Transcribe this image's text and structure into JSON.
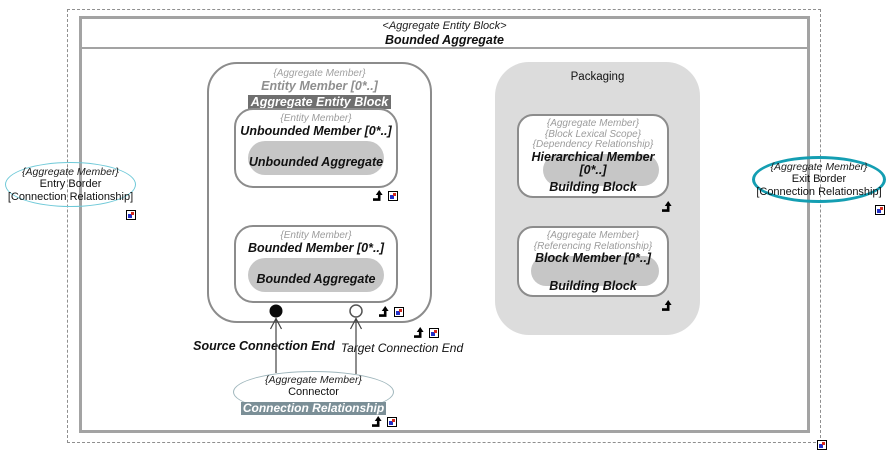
{
  "frame": {
    "stereotype": "<Aggregate Entity Block>",
    "title": "Bounded Aggregate"
  },
  "entry_border": {
    "stereotype": "{Aggregate Member}",
    "name": "Entry Border",
    "type_ref": "[Connection Relationship]"
  },
  "exit_border": {
    "stereotype": "{Aggregate Member}",
    "name": "Exit Border",
    "type_ref": "[Connection Relationship]"
  },
  "entity_member": {
    "stereotype": "{Aggregate Member}",
    "name": "Entity Member [0*..]",
    "type": "Aggregate Entity Block",
    "unbounded": {
      "stereotype": "{Entity Member}",
      "name": "Unbounded Member [0*..]",
      "value": "Unbounded Aggregate"
    },
    "bounded": {
      "stereotype": "{Entity Member}",
      "name": "Bounded Member [0*..]",
      "value": "Bounded Aggregate"
    }
  },
  "packaging": {
    "title": "Packaging",
    "hierarchical": {
      "stereotypes": [
        "{Aggregate Member}",
        "{Block Lexical Scope}",
        "{Dependency Relationship}"
      ],
      "name": "Hierarchical Member [0*..]",
      "type": "Building Block"
    },
    "block_member": {
      "stereotypes": [
        "{Aggregate Member}",
        "{Referencing Relationship}"
      ],
      "name": "Block Member [0*..]",
      "type": "Building Block"
    }
  },
  "connector": {
    "stereotype": "{Aggregate Member}",
    "name": "Connector",
    "type": "Connection Relationship",
    "source_label": "Source Connection End",
    "target_label": "Target Connection End"
  },
  "icons": {
    "navigate": "bent-up-arrow-icon",
    "marker": "element-marker-icon"
  },
  "colors": {
    "entry_ellipse_border": "#6fc9d8",
    "exit_ellipse_border": "#149eb2",
    "connector_ellipse_border": "#9fb6bc",
    "name_highlight_dark": "#6f6f6f",
    "name_highlight_slate": "#7b8f97",
    "stadium_fill": "#c6c6c6",
    "packaging_fill": "#dcdcdc",
    "frame_gray": "#a3a3a3"
  }
}
